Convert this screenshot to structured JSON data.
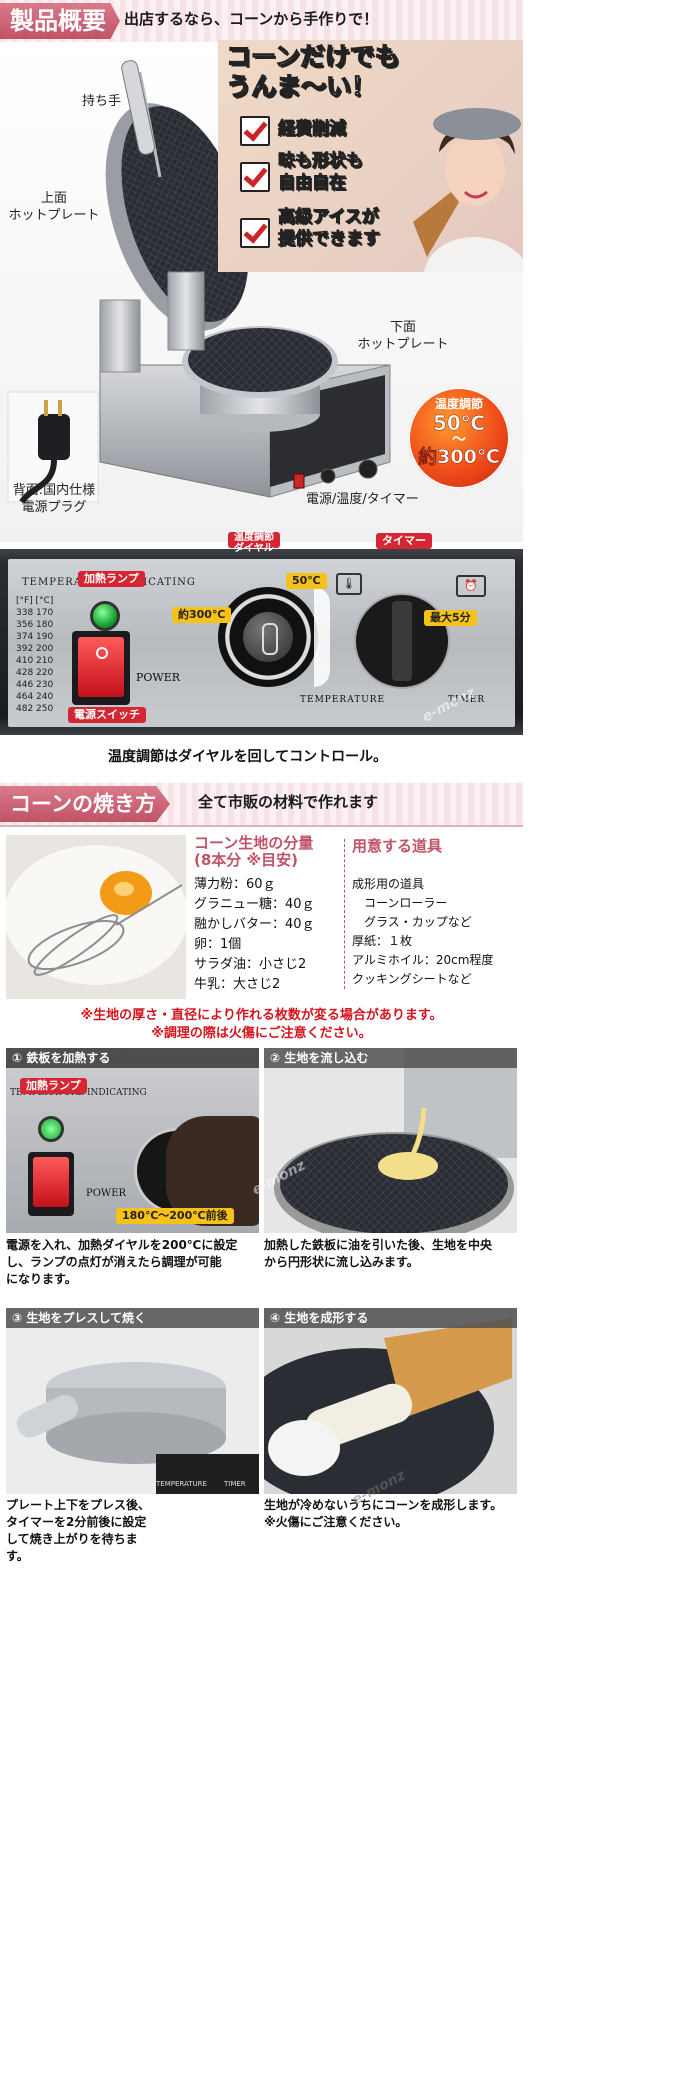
{
  "section1": {
    "title": "製品概要",
    "subtitle": "出店するなら、コーンから手作りで！",
    "labels": {
      "handle": "持ち手",
      "upper_plate_1": "上面",
      "upper_plate_2": "ホットプレート",
      "lower_plate_1": "下面",
      "lower_plate_2": "ホットプレート",
      "plug_1": "背面:国内仕様",
      "plug_2": "電源プラグ",
      "controls": "電源/温度/タイマー"
    },
    "promo": {
      "headline_1": "コーンだけでも",
      "headline_2": "うんま〜い！",
      "points": [
        {
          "line1": "経費削減",
          "line2": ""
        },
        {
          "line1": "味も形状も",
          "line2": "自由自在"
        },
        {
          "line1": "高級アイスが",
          "line2": "提供できます"
        }
      ]
    },
    "temp_badge": {
      "line1": "温度調節",
      "line2": "50℃",
      "line3": "〜",
      "line4": "約300℃"
    }
  },
  "panel": {
    "label_temp_dial_1": "温度調節",
    "label_temp_dial_2": "ダイヤル",
    "label_timer": "タイマー",
    "label_heat_lamp": "加熱ランプ",
    "label_power_switch": "電源スイッチ",
    "label_300": "約300℃",
    "label_50": "50℃",
    "label_max5": "最大5分",
    "printed_header": "TEMPERATURE INDICATING",
    "printed_power": "POWER",
    "printed_temperature": "TEMPERATURE",
    "printed_timer": "TIMER",
    "temp_table_head": [
      "[°F]",
      "[°C]"
    ],
    "temp_table": [
      [
        "338",
        "170"
      ],
      [
        "356",
        "180"
      ],
      [
        "374",
        "190"
      ],
      [
        "392",
        "200"
      ],
      [
        "410",
        "210"
      ],
      [
        "428",
        "220"
      ],
      [
        "446",
        "230"
      ],
      [
        "464",
        "240"
      ],
      [
        "482",
        "250"
      ]
    ],
    "caption": "温度調節はダイヤルを回してコントロール。"
  },
  "section2": {
    "title": "コーンの焼き方",
    "subtitle": "全て市販の材料で作れます",
    "recipe_title_1": "コーン生地の分量",
    "recipe_title_2": "(8本分 ※目安)",
    "ingredients": [
      "薄力粉：60ｇ",
      "グラニュー糖：40ｇ",
      "融かしバター：40ｇ",
      "卵：1個",
      "サラダ油：小さじ2",
      "牛乳：大さじ2"
    ],
    "tools_title": "用意する道具",
    "tools": [
      "成形用の道具",
      "　コーンローラー",
      "　グラス・カップなど",
      "厚紙：１枚",
      "アルミホイル：20cm程度",
      "クッキングシートなど"
    ],
    "warn_1": "※生地の厚さ・直径により作れる枚数が変る場合があります。",
    "warn_2": "※調理の際は火傷にご注意ください。"
  },
  "steps": [
    {
      "title": "① 鉄板を加熱する",
      "caption_1": "電源を入れ、加熱ダイヤルを200℃に設定",
      "caption_2": "し、ランプの点灯が消えたら調理が可能",
      "caption_3": "になります。",
      "tag_lamp": "加熱ランプ",
      "tag_temp": "180℃〜200℃前後",
      "printed_power": "POWER",
      "printed_header": "TEMPERATURE INDICATING"
    },
    {
      "title": "② 生地を流し込む",
      "caption_1": "加熱した鉄板に油を引いた後、生地を中央",
      "caption_2": "から円形状に流し込みます。",
      "caption_3": ""
    },
    {
      "title": "③ 生地をプレスして焼く",
      "caption_1": "プレート上下をプレス後、",
      "caption_2": "タイマーを2分前後に設定",
      "caption_3": "して焼き上がりを待ちます。",
      "printed_temperature": "TEMPERATURE",
      "printed_timer": "TIMER"
    },
    {
      "title": "④ 生地を成形する",
      "caption_1": "生地が冷めないうちにコーンを成形します。",
      "caption_2": "※火傷にご注意ください。",
      "caption_3": ""
    }
  ],
  "watermark": "e-monz",
  "colors": {
    "accent_pink": "#c05367",
    "warn_red": "#d4141e",
    "check_red": "#c9262c",
    "badge_orange": "#ef4c1a"
  }
}
